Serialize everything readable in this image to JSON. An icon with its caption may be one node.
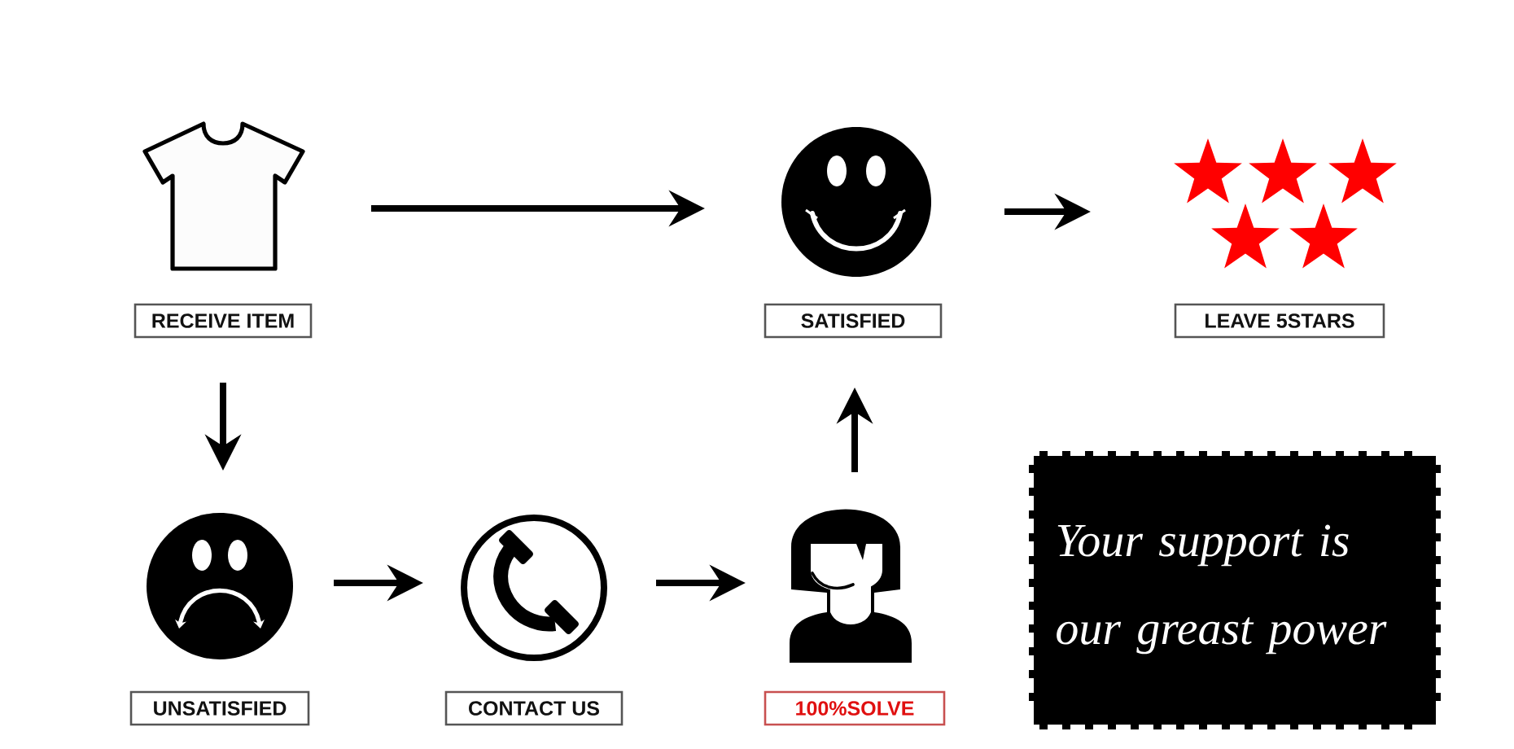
{
  "diagram": {
    "nodes": [
      {
        "text": [
          "RECEIVE ITEM"
        ]
      },
      {
        "text": [
          "SATISFIED"
        ]
      },
      {
        "text": [
          "LEAVE 5STARS"
        ]
      },
      {
        "text": [
          "UNSATISFIED"
        ]
      },
      {
        "text": [
          "CONTACT US"
        ]
      },
      {
        "text": [
          "100%SOLVE"
        ]
      },
      {
        "text": [
          "Your support is our greast power"
        ]
      }
    ],
    "edges": [
      {
        "from": 0,
        "to": 1,
        "arrow": "to"
      },
      {
        "from": 1,
        "to": 2,
        "arrow": "to"
      },
      {
        "from": 0,
        "to": 3,
        "arrow": "to"
      },
      {
        "from": 3,
        "to": 4,
        "arrow": "to"
      },
      {
        "from": 4,
        "to": 5,
        "arrow": "to"
      },
      {
        "from": 5,
        "to": 1,
        "arrow": "to"
      }
    ]
  }
}
